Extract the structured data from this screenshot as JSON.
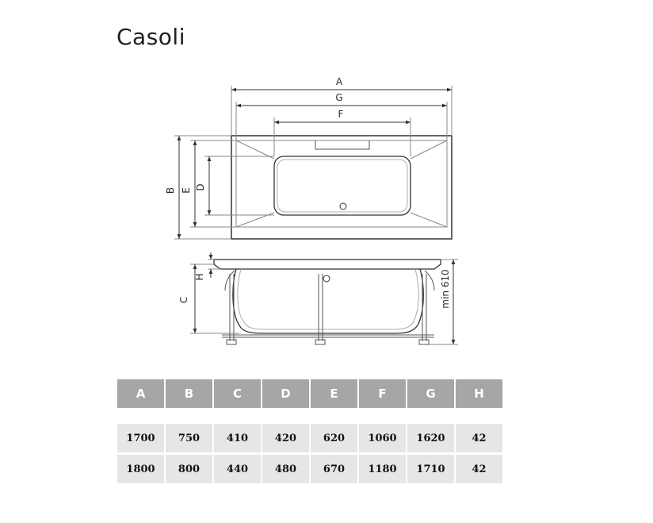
{
  "title": "Casoli",
  "diagram": {
    "top_view_labels": {
      "a": "A",
      "g": "G",
      "f": "F",
      "b": "B",
      "e": "E",
      "d": "D"
    },
    "side_view_labels": {
      "c": "C",
      "h": "H",
      "min_height": "min 610"
    }
  },
  "table": {
    "headers": [
      "A",
      "B",
      "C",
      "D",
      "E",
      "F",
      "G",
      "H"
    ],
    "rows": [
      [
        "1700",
        "750",
        "410",
        "420",
        "620",
        "1060",
        "1620",
        "42"
      ],
      [
        "1800",
        "800",
        "440",
        "480",
        "670",
        "1180",
        "1710",
        "42"
      ]
    ]
  }
}
